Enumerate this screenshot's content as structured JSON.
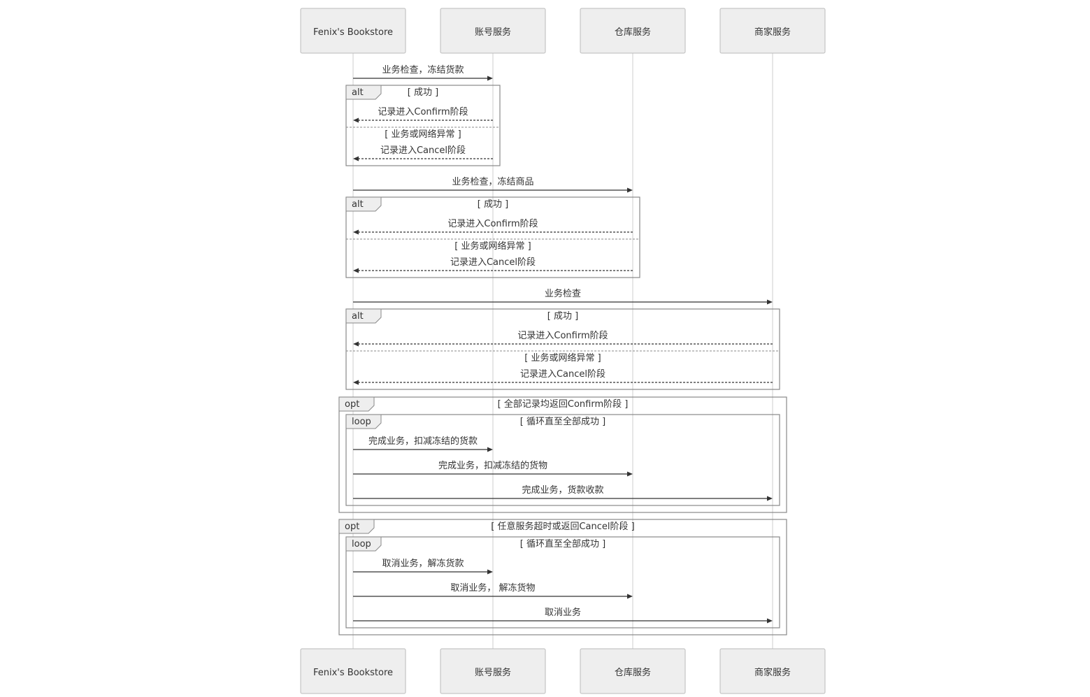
{
  "diagram": {
    "participants": [
      {
        "id": "bookstore",
        "label": "Fenix's Bookstore"
      },
      {
        "id": "account",
        "label": "账号服务"
      },
      {
        "id": "warehouse",
        "label": "仓库服务"
      },
      {
        "id": "merchant",
        "label": "商家服务"
      }
    ],
    "messages": [
      {
        "id": "m1",
        "from": "bookstore",
        "to": "account",
        "label": "业务检查，冻结货款",
        "style": "solid"
      },
      {
        "id": "m2",
        "from": "account",
        "to": "bookstore",
        "label": "记录进入Confirm阶段",
        "style": "dashed"
      },
      {
        "id": "m3",
        "from": "account",
        "to": "bookstore",
        "label": "记录进入Cancel阶段",
        "style": "dashed"
      },
      {
        "id": "m4",
        "from": "bookstore",
        "to": "warehouse",
        "label": "业务检查，冻结商品",
        "style": "solid"
      },
      {
        "id": "m5",
        "from": "warehouse",
        "to": "bookstore",
        "label": "记录进入Confirm阶段",
        "style": "dashed"
      },
      {
        "id": "m6",
        "from": "warehouse",
        "to": "bookstore",
        "label": "记录进入Cancel阶段",
        "style": "dashed"
      },
      {
        "id": "m7",
        "from": "bookstore",
        "to": "merchant",
        "label": "业务检查",
        "style": "solid"
      },
      {
        "id": "m8",
        "from": "merchant",
        "to": "bookstore",
        "label": "记录进入Confirm阶段",
        "style": "dashed"
      },
      {
        "id": "m9",
        "from": "merchant",
        "to": "bookstore",
        "label": "记录进入Cancel阶段",
        "style": "dashed"
      },
      {
        "id": "m10",
        "from": "bookstore",
        "to": "account",
        "label": "完成业务，扣减冻结的货款",
        "style": "solid"
      },
      {
        "id": "m11",
        "from": "bookstore",
        "to": "warehouse",
        "label": "完成业务，扣减冻结的货物",
        "style": "solid"
      },
      {
        "id": "m12",
        "from": "bookstore",
        "to": "merchant",
        "label": "完成业务，货款收款",
        "style": "solid"
      },
      {
        "id": "m13",
        "from": "bookstore",
        "to": "account",
        "label": "取消业务，解冻货款",
        "style": "solid"
      },
      {
        "id": "m14",
        "from": "bookstore",
        "to": "warehouse",
        "label": "取消业务， 解冻货物",
        "style": "solid"
      },
      {
        "id": "m15",
        "from": "bookstore",
        "to": "merchant",
        "label": "取消业务",
        "style": "solid"
      }
    ],
    "fragments": [
      {
        "id": "f1",
        "kind": "alt",
        "condition": "[ 成功 ]",
        "else_condition": "[ 业务或网络异常 ]"
      },
      {
        "id": "f2",
        "kind": "alt",
        "condition": "[ 成功 ]",
        "else_condition": "[ 业务或网络异常 ]"
      },
      {
        "id": "f3",
        "kind": "alt",
        "condition": "[ 成功 ]",
        "else_condition": "[ 业务或网络异常 ]"
      },
      {
        "id": "f4",
        "kind": "opt",
        "condition": "[ 全部记录均返回Confirm阶段 ]"
      },
      {
        "id": "f5",
        "kind": "loop",
        "condition": "[ 循环直至全部成功 ]"
      },
      {
        "id": "f6",
        "kind": "opt",
        "condition": "[ 任意服务超时或返回Cancel阶段 ]"
      },
      {
        "id": "f7",
        "kind": "loop",
        "condition": "[ 循环直至全部成功 ]"
      }
    ]
  }
}
